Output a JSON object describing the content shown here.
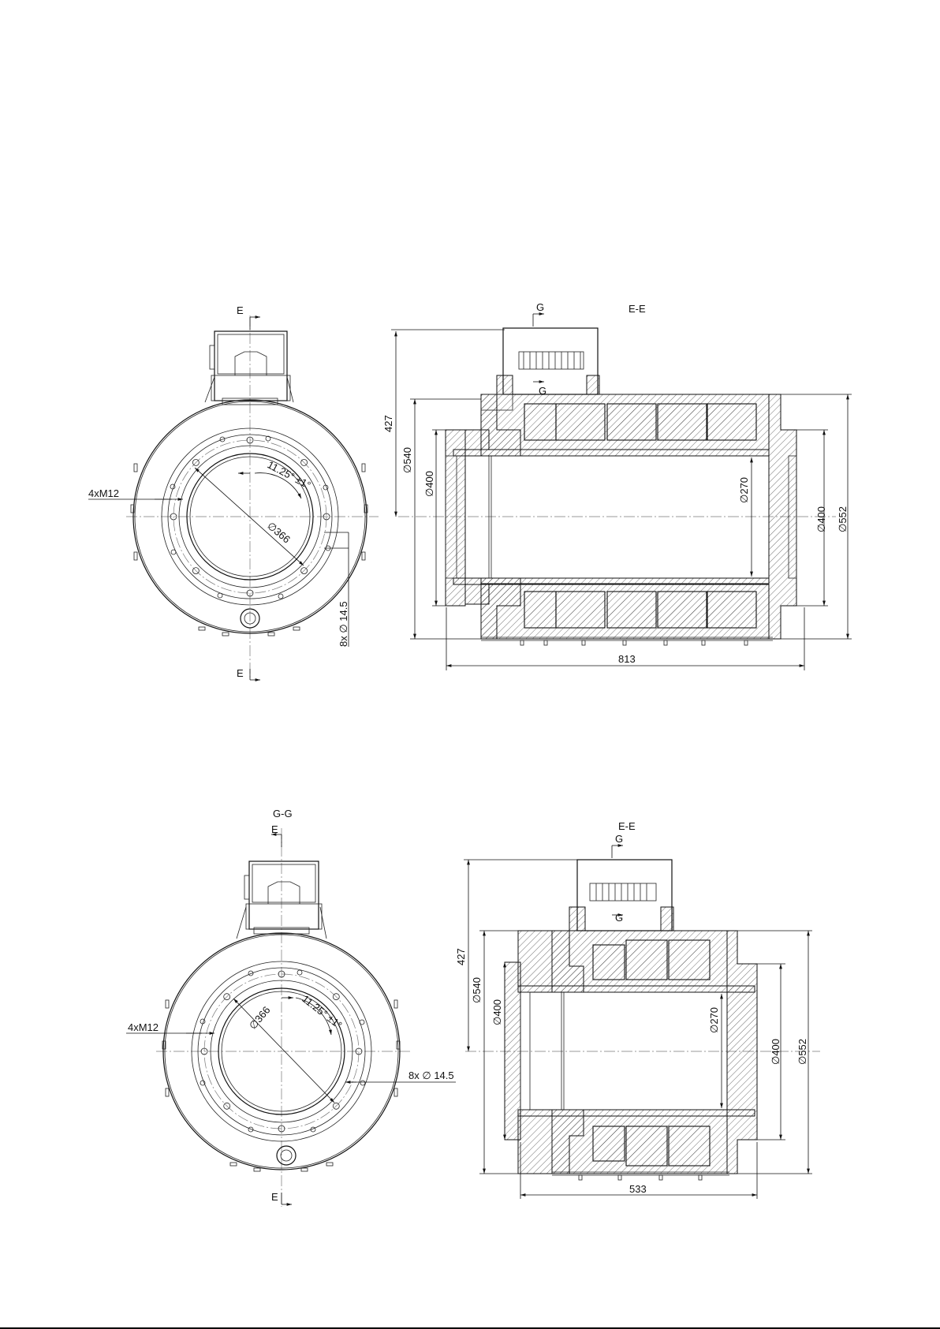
{
  "views": {
    "top_front": {
      "section_marker_top": "E",
      "section_marker_bottom": "E",
      "thread_callout": "4xM12",
      "angle_callout": "11.25° ±1°",
      "bore_diameter": "366",
      "hole_callout": "8x",
      "hole_diameter": "14.5"
    },
    "top_section": {
      "section_marker": "G",
      "section_marker_inner": "G",
      "title": "E-E",
      "dim_height": "427",
      "dim_dia_540": "540",
      "dim_dia_400_left": "400",
      "dim_dia_270": "270",
      "dim_dia_400_right": "400",
      "dim_dia_552": "552",
      "dim_length": "813"
    },
    "bottom_front": {
      "title": "G-G",
      "section_marker_top": "E",
      "section_marker_bottom": "E",
      "thread_callout": "4xM12",
      "angle_callout": "11.25° ±1°",
      "bore_diameter": "366",
      "hole_callout": "8x",
      "hole_diameter": "14.5"
    },
    "bottom_section": {
      "title": "E-E",
      "section_marker": "G",
      "section_marker_inner": "G",
      "dim_height": "427",
      "dim_dia_540": "540",
      "dim_dia_400_left": "400",
      "dim_dia_270": "270",
      "dim_dia_400_right": "400",
      "dim_dia_552": "552",
      "dim_length": "533"
    }
  },
  "symbols": {
    "diameter": "∅"
  }
}
